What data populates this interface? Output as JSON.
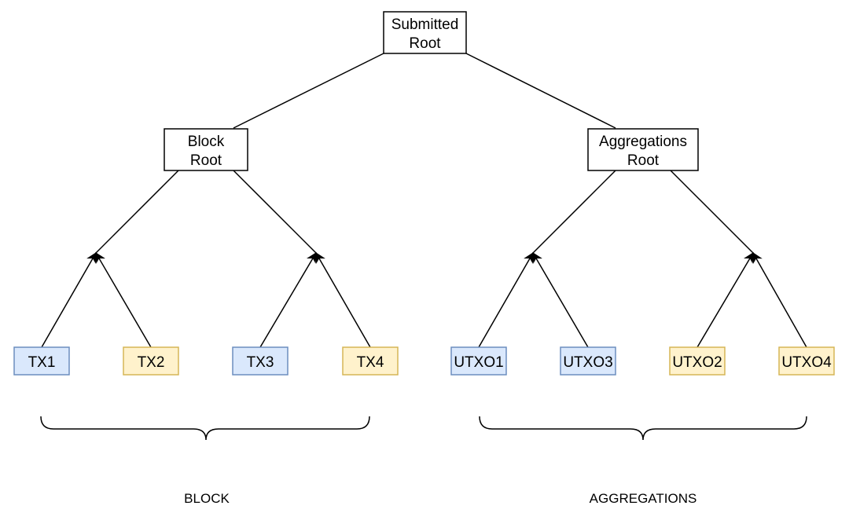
{
  "colors": {
    "root_fill": "#ffffff",
    "root_stroke": "#000000",
    "blue_fill": "#dae8fc",
    "blue_stroke": "#6c8ebf",
    "yellow_fill": "#fff2cc",
    "yellow_stroke": "#d6b656",
    "line": "#000000"
  },
  "nodes": {
    "submitted_root": {
      "lines": [
        "Submitted",
        "Root"
      ]
    },
    "block_root": {
      "lines": [
        "Block",
        "Root"
      ]
    },
    "aggregations_root": {
      "lines": [
        "Aggregations",
        "Root"
      ]
    },
    "tx1": {
      "label": "TX1",
      "style": "blue"
    },
    "tx2": {
      "label": "TX2",
      "style": "yellow"
    },
    "tx3": {
      "label": "TX3",
      "style": "blue"
    },
    "tx4": {
      "label": "TX4",
      "style": "yellow"
    },
    "utxo1": {
      "label": "UTXO1",
      "style": "blue"
    },
    "utxo3": {
      "label": "UTXO3",
      "style": "blue"
    },
    "utxo2": {
      "label": "UTXO2",
      "style": "yellow"
    },
    "utxo4": {
      "label": "UTXO4",
      "style": "yellow"
    }
  },
  "edges": [
    [
      "submitted_root",
      "block_root"
    ],
    [
      "submitted_root",
      "aggregations_root"
    ],
    [
      "block_root",
      "junction_a"
    ],
    [
      "block_root",
      "junction_b"
    ],
    [
      "aggregations_root",
      "junction_c"
    ],
    [
      "aggregations_root",
      "junction_d"
    ],
    [
      "tx1",
      "junction_a"
    ],
    [
      "tx2",
      "junction_a"
    ],
    [
      "tx3",
      "junction_b"
    ],
    [
      "tx4",
      "junction_b"
    ],
    [
      "utxo1",
      "junction_c"
    ],
    [
      "utxo3",
      "junction_c"
    ],
    [
      "utxo2",
      "junction_d"
    ],
    [
      "utxo4",
      "junction_d"
    ]
  ],
  "groups": {
    "block": {
      "label": "BLOCK"
    },
    "aggregations": {
      "label": "AGGREGATIONS"
    }
  }
}
